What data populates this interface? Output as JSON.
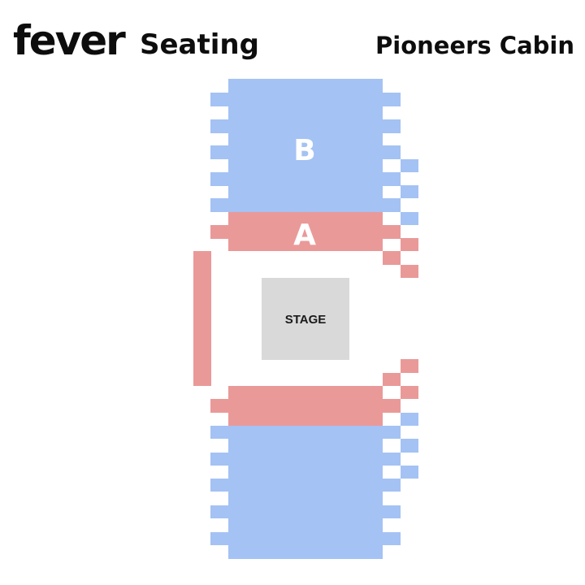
{
  "header": {
    "brand": "fever",
    "subtitle": "Seating",
    "venue": "Pioneers Cabin"
  },
  "map": {
    "stage_label": "STAGE",
    "sections": [
      {
        "id": "B",
        "label": "B",
        "color": "#a4c2f4"
      },
      {
        "id": "A",
        "label": "A",
        "color": "#ea9999"
      },
      {
        "id": "A-side",
        "label": "",
        "color": "#ea9999"
      },
      {
        "id": "A-lower",
        "label": "",
        "color": "#ea9999"
      },
      {
        "id": "B-lower",
        "label": "",
        "color": "#a4c2f4"
      }
    ]
  },
  "colors": {
    "section_a": "#ea9999",
    "section_b": "#a4c2f4",
    "stage": "#d9d9d9"
  }
}
